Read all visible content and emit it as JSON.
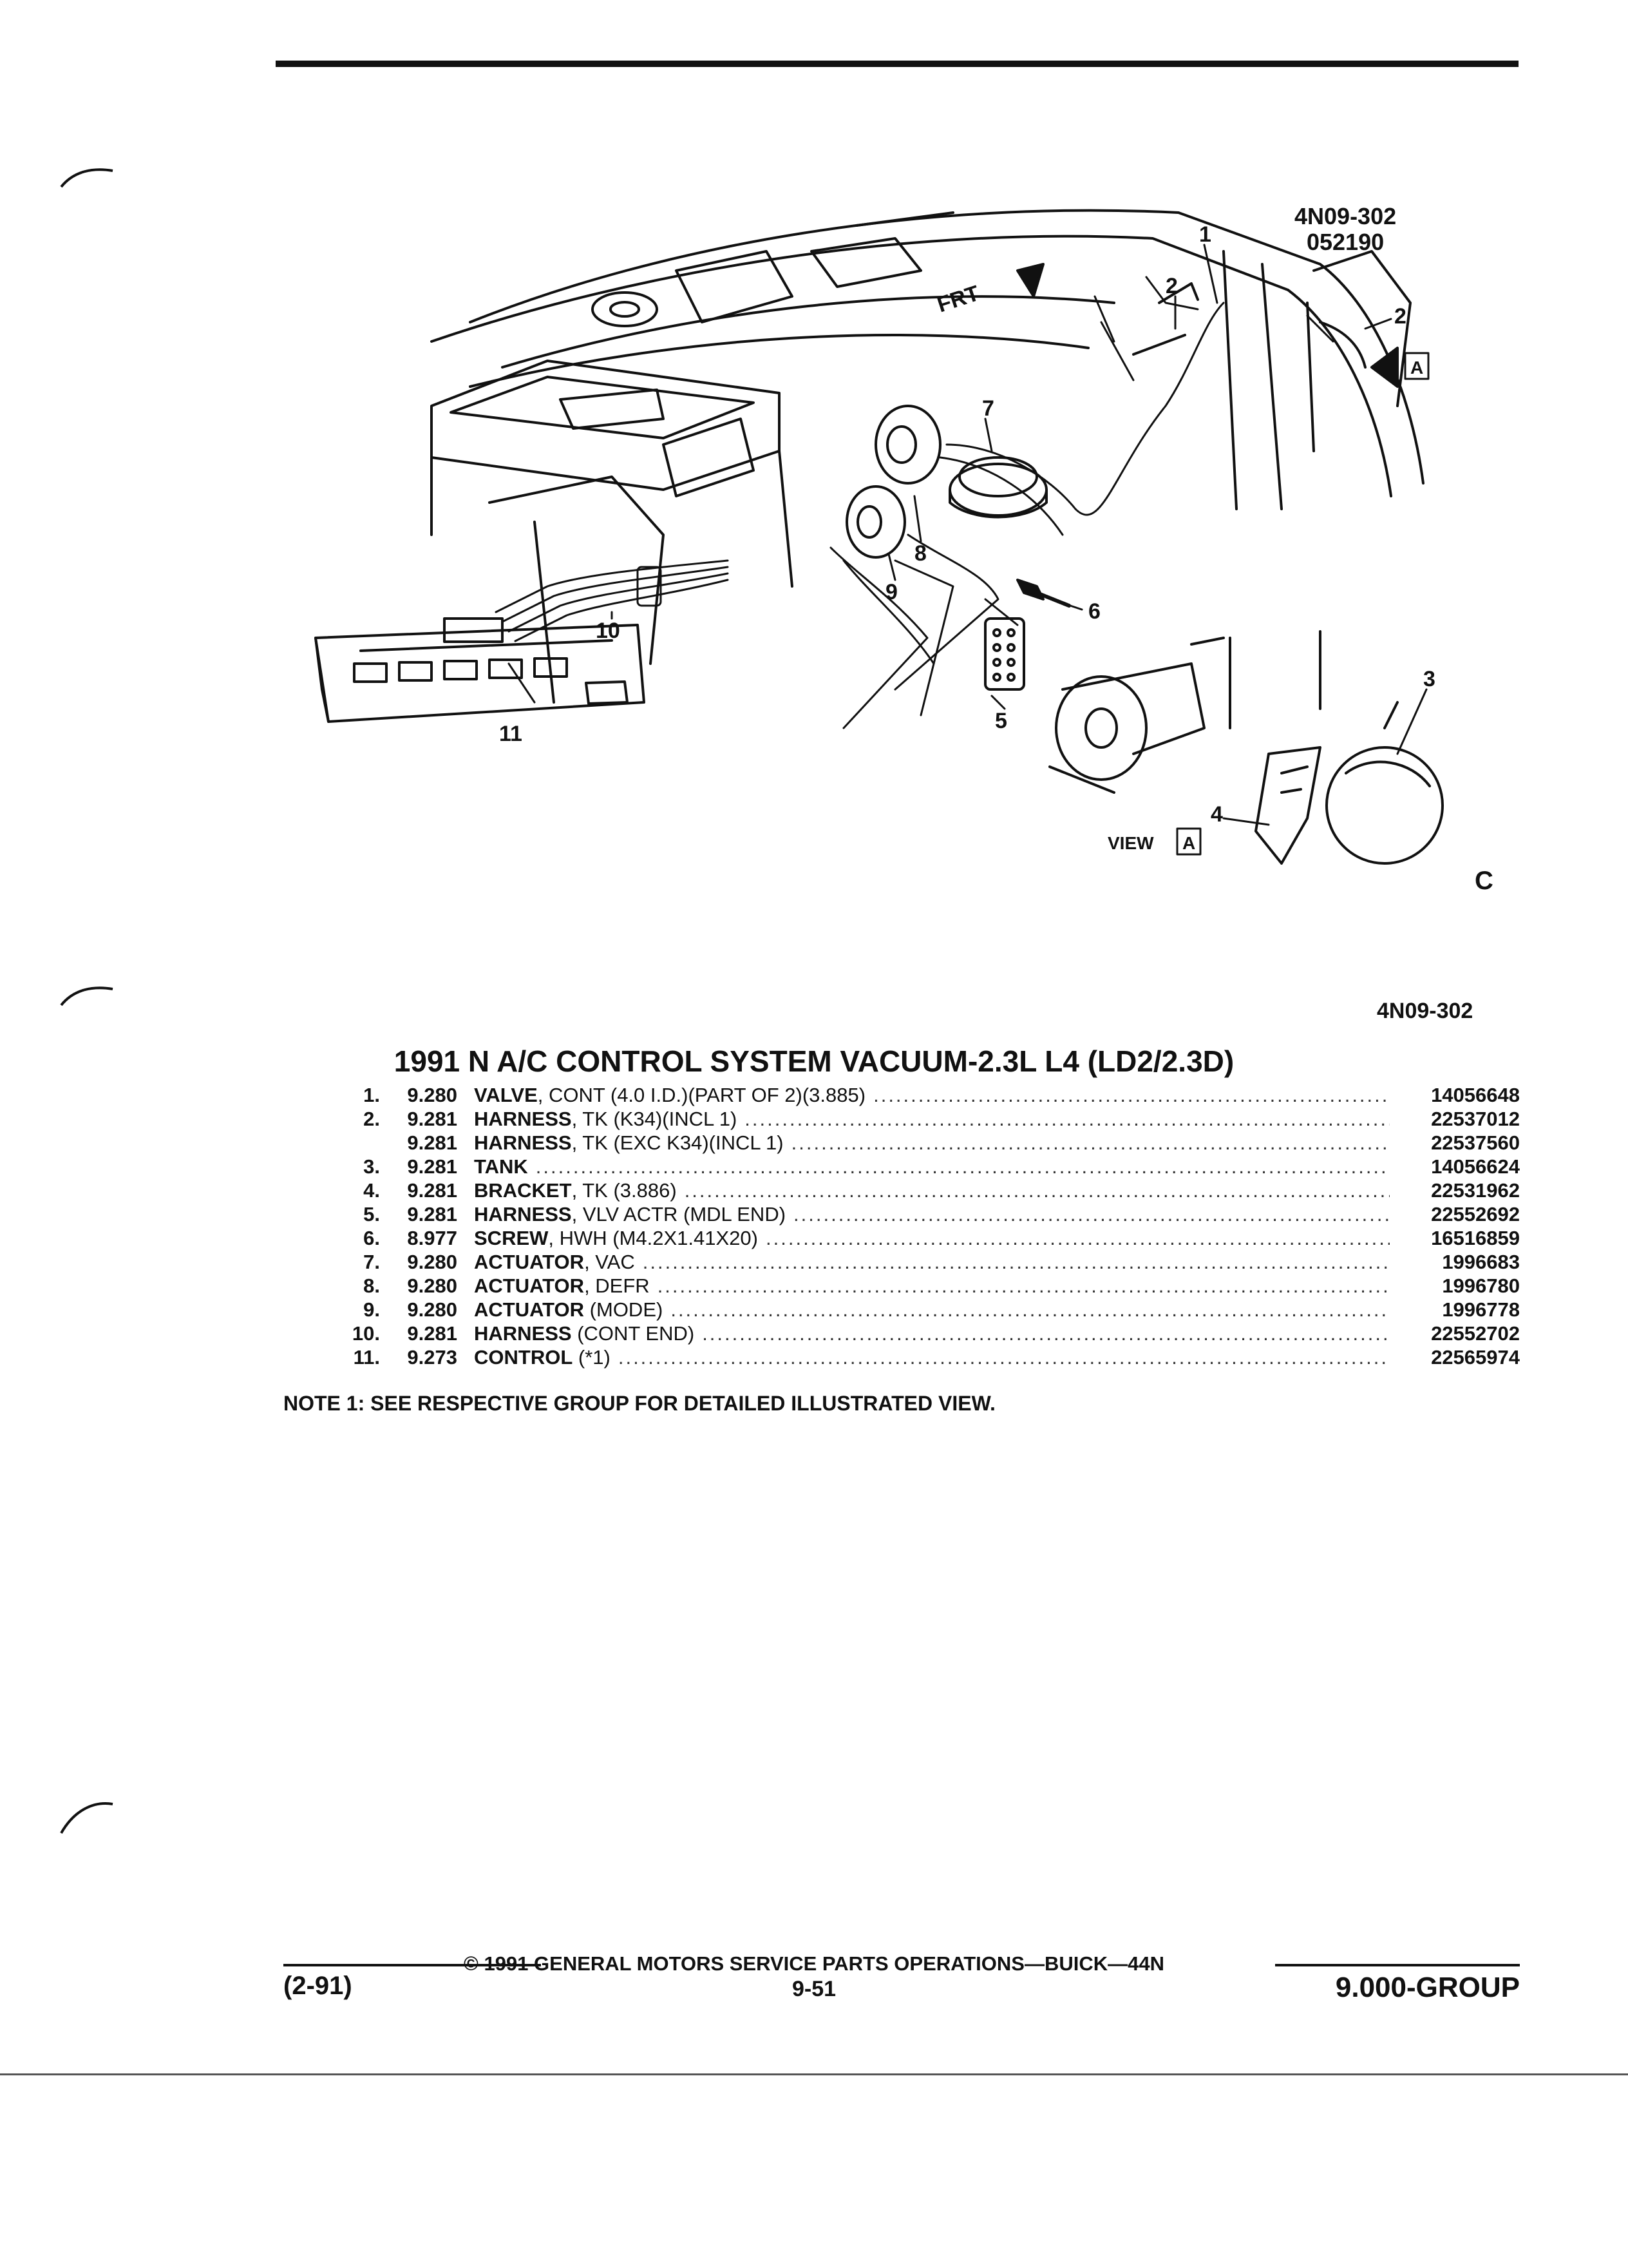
{
  "figure": {
    "code_top": "4N09-302",
    "code_date": "052190",
    "frt_label": "FRT",
    "view_label": "VIEW",
    "view_letter": "A",
    "callouts": [
      "1",
      "2",
      "2",
      "3",
      "4",
      "5",
      "6",
      "7",
      "8",
      "9",
      "10",
      "11"
    ]
  },
  "ref_code": "4N09-302",
  "title": "1991 N A/C CONTROL SYSTEM VACUUM-2.3L L4 (LD2/2.3D)",
  "parts": [
    {
      "num": "1.",
      "group": "9.280",
      "name": "VALVE",
      "qualifier": ", CONT (4.0 I.D.)(PART OF 2)(3.885)",
      "part_no": "14056648"
    },
    {
      "num": "2.",
      "group": "9.281",
      "name": "HARNESS",
      "qualifier": ", TK (K34)(INCL 1)",
      "part_no": "22537012"
    },
    {
      "num": "",
      "group": "9.281",
      "name": "HARNESS",
      "qualifier": ", TK (EXC K34)(INCL 1)",
      "part_no": "22537560"
    },
    {
      "num": "3.",
      "group": "9.281",
      "name": "TANK",
      "qualifier": "",
      "part_no": "14056624"
    },
    {
      "num": "4.",
      "group": "9.281",
      "name": "BRACKET",
      "qualifier": ", TK (3.886)",
      "part_no": "22531962"
    },
    {
      "num": "5.",
      "group": "9.281",
      "name": "HARNESS",
      "qualifier": ", VLV ACTR (MDL END)",
      "part_no": "22552692"
    },
    {
      "num": "6.",
      "group": "8.977",
      "name": "SCREW",
      "qualifier": ", HWH (M4.2X1.41X20)",
      "part_no": "16516859"
    },
    {
      "num": "7.",
      "group": "9.280",
      "name": "ACTUATOR",
      "qualifier": ", VAC",
      "part_no": "1996683"
    },
    {
      "num": "8.",
      "group": "9.280",
      "name": "ACTUATOR",
      "qualifier": ", DEFR",
      "part_no": "1996780"
    },
    {
      "num": "9.",
      "group": "9.280",
      "name": "ACTUATOR",
      "qualifier": " (MODE)",
      "part_no": "1996778"
    },
    {
      "num": "10.",
      "group": "9.281",
      "name": "HARNESS",
      "qualifier": " (CONT END)",
      "part_no": "22552702"
    },
    {
      "num": "11.",
      "group": "9.273",
      "name": "CONTROL",
      "qualifier": " (*1)",
      "part_no": "22565974"
    }
  ],
  "note": "NOTE  1:  SEE RESPECTIVE GROUP FOR DETAILED ILLUSTRATED VIEW.",
  "footer": {
    "copyright": "© 1991 GENERAL MOTORS SERVICE PARTS OPERATIONS—BUICK—44N",
    "date": "(2-91)",
    "page": "9-51",
    "group": "9.000-GROUP"
  }
}
